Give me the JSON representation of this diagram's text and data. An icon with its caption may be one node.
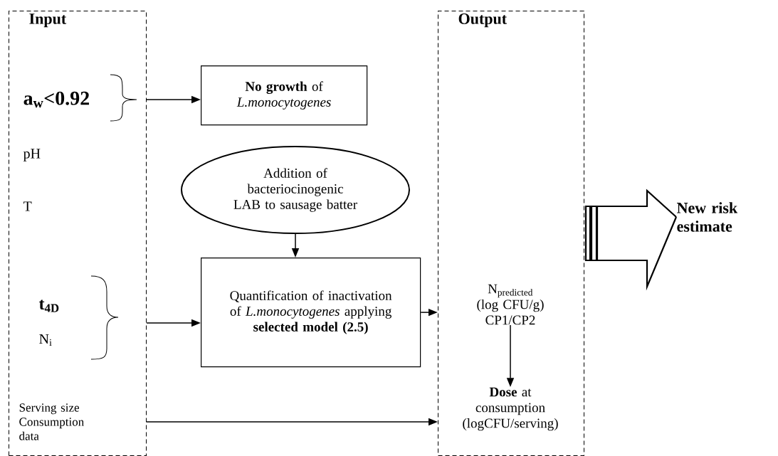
{
  "diagram": {
    "nodes": [
      {
        "text": [
          "Input"
        ]
      },
      {
        "text": [
          "a$_{w}$<0.92"
        ],
        "in": 0
      },
      {
        "text": [
          "pH"
        ],
        "in": 0
      },
      {
        "text": [
          "T"
        ],
        "in": 0
      },
      {
        "text": [
          "t$_{4D}$"
        ],
        "in": 0
      },
      {
        "text": [
          "N$_{i}$"
        ],
        "in": 0
      },
      {
        "text": [
          "Serving size Consumption data"
        ],
        "in": 0
      },
      {
        "text": [
          "Output"
        ]
      },
      {
        "text": [
          "\\mathrm{N}_{\\mathrm{predicted}}",
          "(log CFU/g) CP1/CP2"
        ],
        "in": 7
      },
      {
        "text": [
          "**Dose** at consumption (logCFU/serving)"
        ],
        "in": 7
      },
      {
        "text": [
          "**No growth** of *L.monocytogenes*"
        ]
      },
      {
        "text": [
          "Addition of bacteriocinogenic LAB to sausage batter"
        ]
      },
      {
        "text": [
          "Quantification of inactivation of *L.monocytogenes* applying **selected model (2.5)**"
        ]
      },
      {
        "text": [
          "New risk estimate"
        ]
      }
    ],
    "edges": [
      {
        "from": 0,
        "to": 10,
        "arrow": "to"
      },
      {
        "from": 11,
        "to": 12,
        "arrow": "to"
      },
      {
        "from": 0,
        "to": 12,
        "arrow": "to"
      },
      {
        "from": 12,
        "to": 7,
        "arrow": "to"
      },
      {
        "from": 8,
        "to": 9,
        "arrow": "to"
      },
      {
        "from": 0,
        "to": 7,
        "arrow": "to"
      },
      {
        "from": 7,
        "to": 13,
        "arrow": "to",
        "style": "thick"
      }
    ]
  }
}
